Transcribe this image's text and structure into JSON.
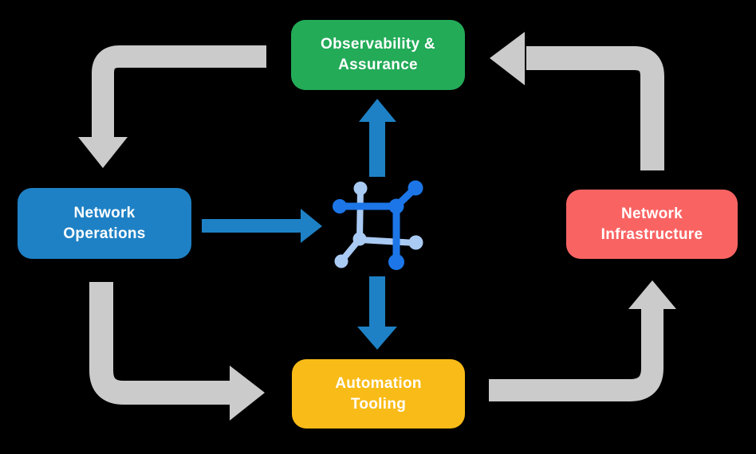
{
  "diagram": {
    "background_color": "#000000",
    "text_color": "#FFFFFF",
    "nodes": {
      "observability": {
        "line1": "Observability &",
        "line2": "Assurance",
        "color": "#23AB58"
      },
      "network_operations": {
        "line1": "Network",
        "line2": "Operations",
        "color": "#1E81C5"
      },
      "network_infrastructure": {
        "line1": "Network",
        "line2": "Infrastructure",
        "color": "#F96463"
      },
      "automation_tooling": {
        "line1": "Automation",
        "line2": "Tooling",
        "color": "#F9BB17"
      }
    },
    "arrows": {
      "cycle_color": "#CBCBCB",
      "data_flow_color": "#1E81C5",
      "cycle": [
        {
          "from": "observability",
          "to": "network_operations"
        },
        {
          "from": "network_operations",
          "to": "automation_tooling"
        },
        {
          "from": "automation_tooling",
          "to": "network_infrastructure"
        },
        {
          "from": "network_infrastructure",
          "to": "observability"
        }
      ],
      "data_flow": [
        {
          "from": "network_operations",
          "to": "center_icon"
        },
        {
          "from": "center_icon",
          "to": "observability"
        },
        {
          "from": "center_icon",
          "to": "automation_tooling"
        }
      ]
    },
    "center_icon": {
      "name": "network-fabric-icon",
      "dark_color": "#1C76E8",
      "light_color": "#A9CAF3"
    }
  }
}
